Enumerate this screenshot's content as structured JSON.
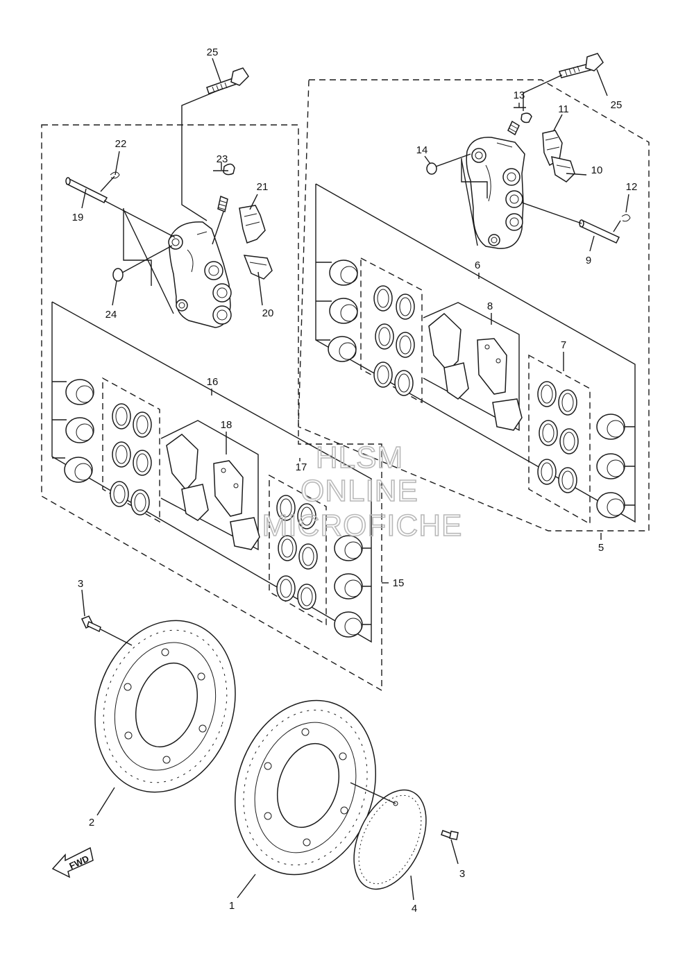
{
  "callouts": {
    "c1": "1",
    "c2": "2",
    "c3a": "3",
    "c3b": "3",
    "c4": "4",
    "c5": "5",
    "c6": "6",
    "c7": "7",
    "c8": "8",
    "c9": "9",
    "c10": "10",
    "c11": "11",
    "c12": "12",
    "c13": "13",
    "c14": "14",
    "c15": "15",
    "c16": "16",
    "c17": "17",
    "c18": "18",
    "c19": "19",
    "c20": "20",
    "c21": "21",
    "c22": "22",
    "c23": "23",
    "c24": "24",
    "c25a": "25",
    "c25b": "25"
  },
  "fwd_label": "FWD",
  "watermark": [
    "HLSM",
    "ONLINE",
    "MICROFICHE"
  ],
  "colors": {
    "line": "#1a1a1a",
    "watermark": "#b8b8b8",
    "background": "#ffffff"
  }
}
